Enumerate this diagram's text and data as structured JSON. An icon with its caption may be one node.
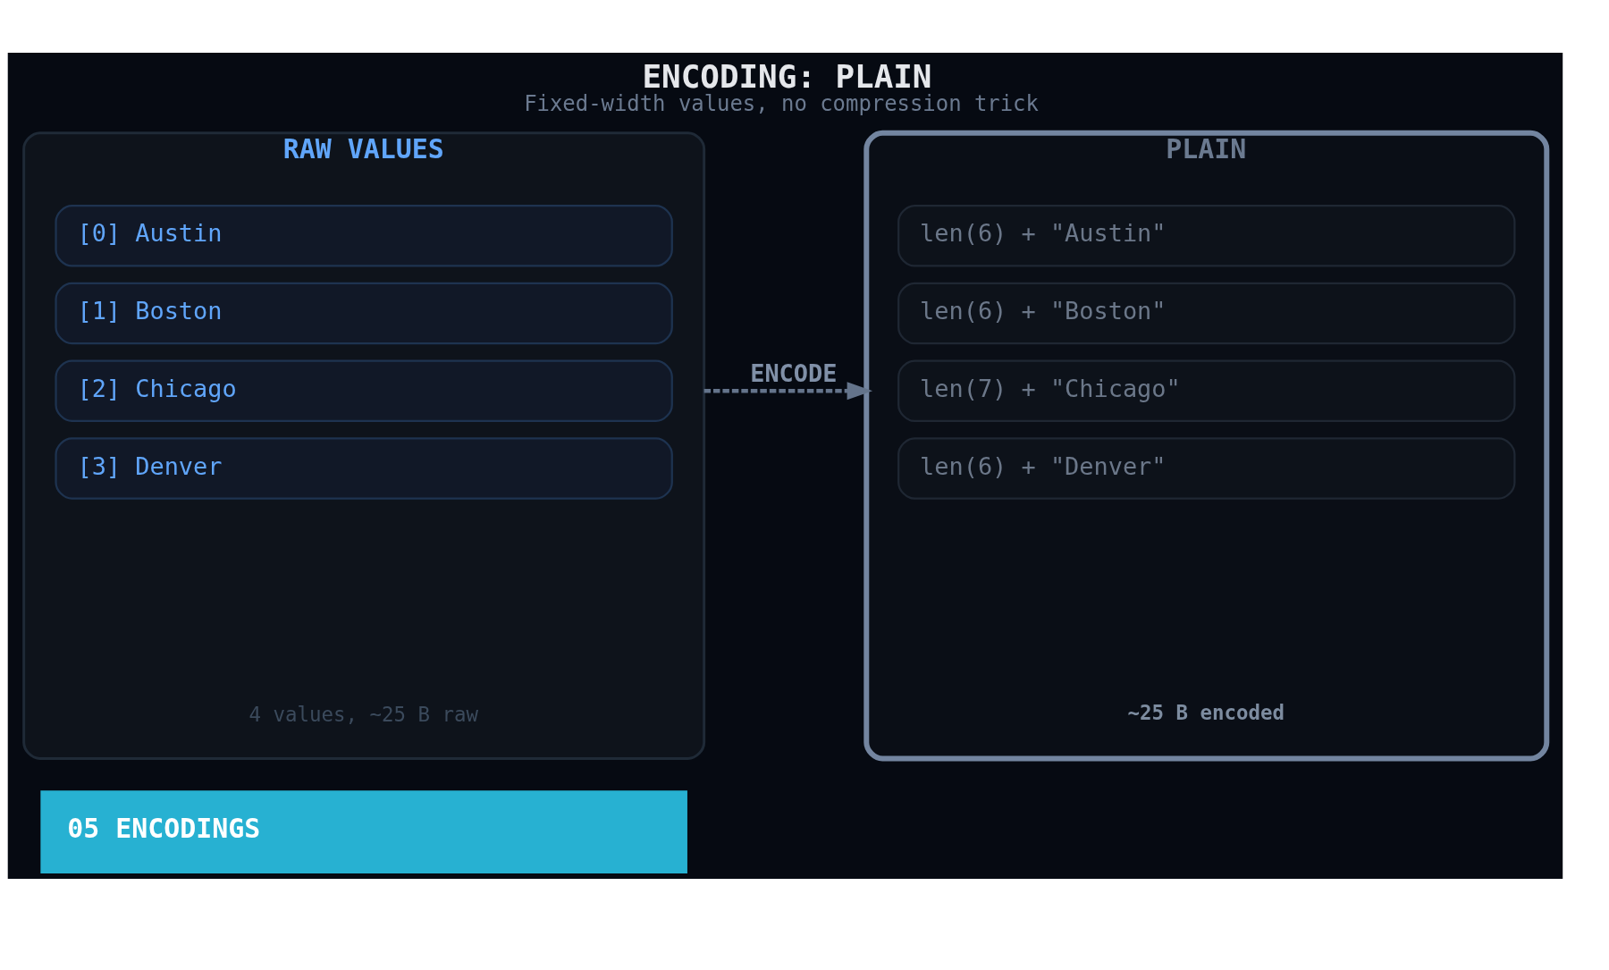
{
  "diagram": {
    "title": "ENCODING: PLAIN",
    "caption": "Fixed-width values, no compression trick",
    "nodes": [
      {
        "text": [
          "RAW VALUES",
          "4 values, ~25 B raw"
        ]
      },
      {
        "text": [
          "[0] Austin"
        ],
        "in": 0
      },
      {
        "text": [
          "[1] Boston"
        ],
        "in": 0
      },
      {
        "text": [
          "[2] Chicago"
        ],
        "in": 0
      },
      {
        "text": [
          "[3] Denver"
        ],
        "in": 0
      },
      {
        "text": [
          "PLAIN",
          "~25 B encoded"
        ]
      },
      {
        "text": [
          "len(6) + \"Austin\""
        ],
        "in": 5
      },
      {
        "text": [
          "len(6) + \"Boston\""
        ],
        "in": 5
      },
      {
        "text": [
          "len(7) + \"Chicago\""
        ],
        "in": 5
      },
      {
        "text": [
          "len(6) + \"Denver\""
        ],
        "in": 5
      }
    ],
    "edges": [
      {
        "from": 0,
        "to": 5,
        "arrow": "to",
        "label": "ENCODE",
        "style": "dashed"
      }
    ],
    "labels": [
      "05 ENCODINGS"
    ]
  }
}
